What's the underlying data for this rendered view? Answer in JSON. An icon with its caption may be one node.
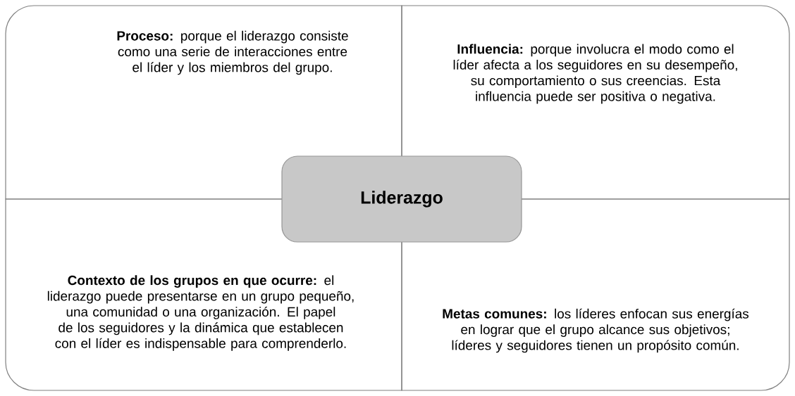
{
  "diagram": {
    "nodes": [
      {
        "text": [
          "**Proceso:** porque el liderazgo consiste como una serie de interacciones entre el líder y los miembros del grupo."
        ]
      },
      {
        "text": [
          "**Influencia:** porque involucra el modo como el líder afecta a los seguidores en su desempeño, su comportamiento o sus creencias. Esta influencia puede ser positiva o negativa."
        ]
      },
      {
        "text": [
          "Liderazgo"
        ]
      },
      {
        "text": [
          "**Contexto de los grupos en que ocurre:** el liderazgo puede presentarse en un grupo pequeño, una comunidad o una organización. El papel de los seguidores y la dinámica que establecen con el líder es indispensable para comprenderlo."
        ]
      },
      {
        "text": [
          "**Metas comunes:** los líderes enfocan sus energías en lograr que el grupo alcance sus objetivos; líderes y seguidores tienen un propósito común."
        ]
      }
    ]
  }
}
